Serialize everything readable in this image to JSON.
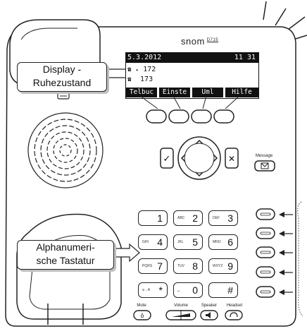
{
  "phone": {
    "brand": "snom",
    "model": "D715"
  },
  "display": {
    "date": "5.3.2012",
    "time": "11 31",
    "line1": "172",
    "line2": "173",
    "softkeys": [
      "Telbuc",
      "Einste",
      "Uml",
      "Hilfe"
    ]
  },
  "callouts": {
    "display": [
      "Display -",
      "Ruhezustand"
    ],
    "keypad": [
      "Alphanumeri-",
      "sche Tastatur"
    ]
  },
  "keypad": [
    {
      "digit": "1",
      "letters": ""
    },
    {
      "digit": "2",
      "letters": "ABC"
    },
    {
      "digit": "3",
      "letters": "DEF"
    },
    {
      "digit": "4",
      "letters": "GHI"
    },
    {
      "digit": "5",
      "letters": "JKL"
    },
    {
      "digit": "6",
      "letters": "MNO"
    },
    {
      "digit": "7",
      "letters": "PQRS"
    },
    {
      "digit": "8",
      "letters": "TUV"
    },
    {
      "digit": "9",
      "letters": "WXYZ"
    },
    {
      "digit": "*",
      "letters": "a→A"
    },
    {
      "digit": "0",
      "letters": "␣"
    },
    {
      "digit": "#",
      "letters": ""
    }
  ],
  "nav": {
    "ok": "✓",
    "cancel": "✕",
    "message_label": "Message"
  },
  "bottom_keys": {
    "mute": "Mute",
    "volume": "Volume",
    "speaker": "Speaker",
    "headset": "Headset"
  }
}
